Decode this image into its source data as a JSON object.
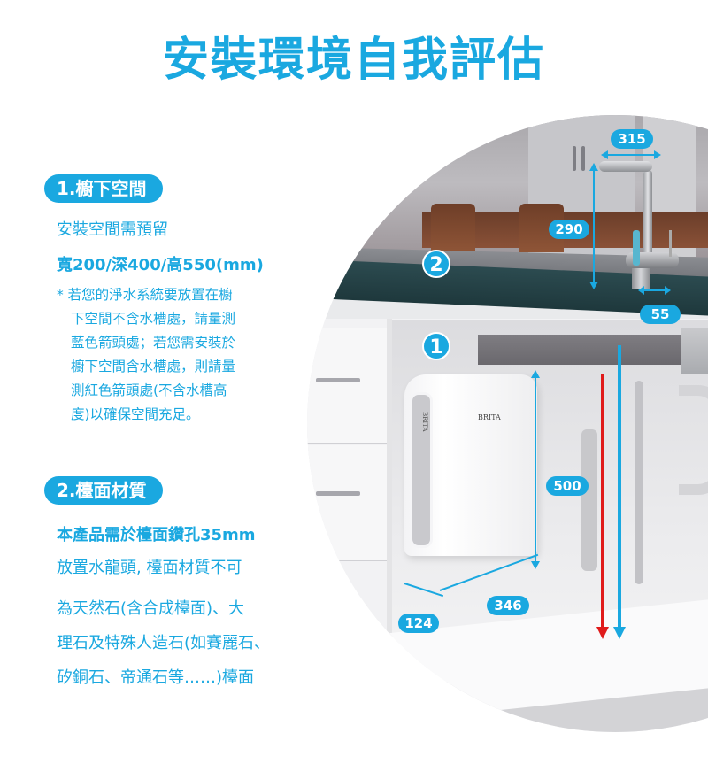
{
  "title": "安裝環境自我評估",
  "section1": {
    "heading": "1.櫥下空間",
    "line1": "安裝空間需預留",
    "line2": "寬200/深400/高550(mm)",
    "note_lines": [
      "* 若您的淨水系統要放置在櫥",
      "下空間不含水槽處，請量測",
      "藍色箭頭處；若您需安裝於",
      "櫥下空間含水槽處，則請量",
      "測紅色箭頭處(不含水槽高",
      "度)以確保空間充足。"
    ]
  },
  "section2": {
    "heading": "2.檯面材質",
    "lines": [
      "本產品需於檯面鑽孔35mm",
      "放置水龍頭, 檯面材質不可",
      "為天然石(含合成檯面)、大",
      "理石及特殊人造石(如賽麗石、",
      "矽銅石、帝通石等……)檯面"
    ]
  },
  "diagram": {
    "markers": {
      "counter": "2",
      "cabinet": "1"
    },
    "dimensions": {
      "faucet_reach": "315",
      "faucet_height": "290",
      "faucet_base": "55",
      "unit_height": "500",
      "unit_width": "346",
      "unit_depth": "124"
    },
    "brand": "BRITA",
    "colors": {
      "accent": "#1aa8e0",
      "red_arrow": "#e01b1b",
      "blue_arrow": "#1aa8e0"
    }
  }
}
